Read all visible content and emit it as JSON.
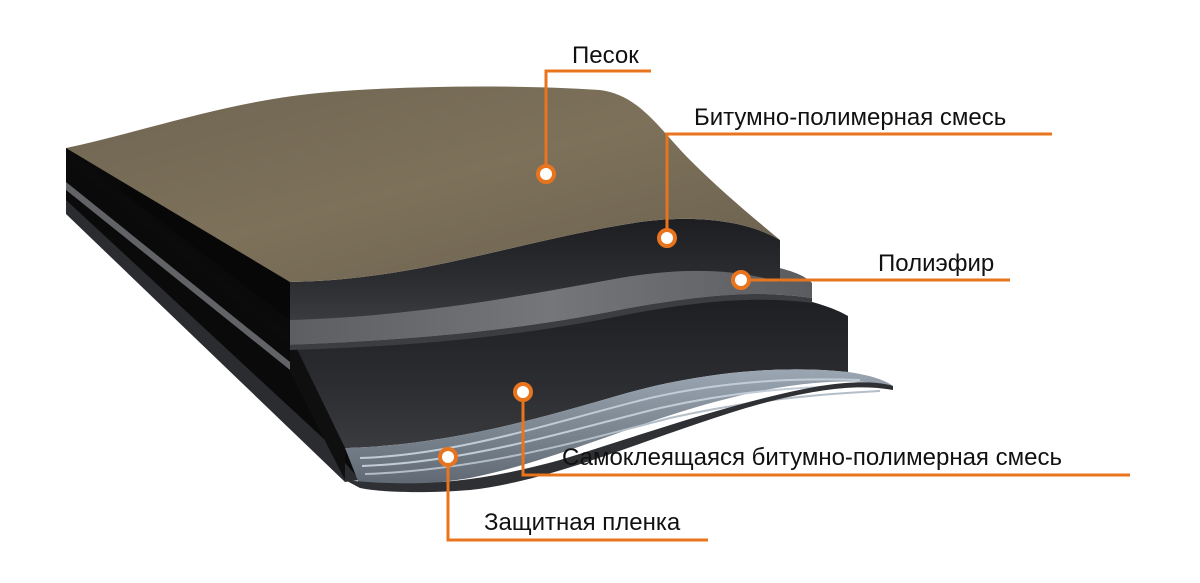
{
  "diagram": {
    "type": "layer-cross-section",
    "accent_color": "#e8741e",
    "layers": [
      {
        "id": "sand",
        "label": "Песок",
        "color": "#7a6e58"
      },
      {
        "id": "bitumen-top",
        "label": "Битумно-полимерная смесь",
        "color": "#1c1c1e"
      },
      {
        "id": "polyester",
        "label": "Полиэфир",
        "color": "#6c6e72"
      },
      {
        "id": "bitumen-self-adhesive",
        "label": "Самоклеящаяся битумно-полимерная смесь",
        "color": "#222326"
      },
      {
        "id": "protective-film",
        "label": "Защитная пленка",
        "color": "#8e9aa6"
      }
    ]
  }
}
